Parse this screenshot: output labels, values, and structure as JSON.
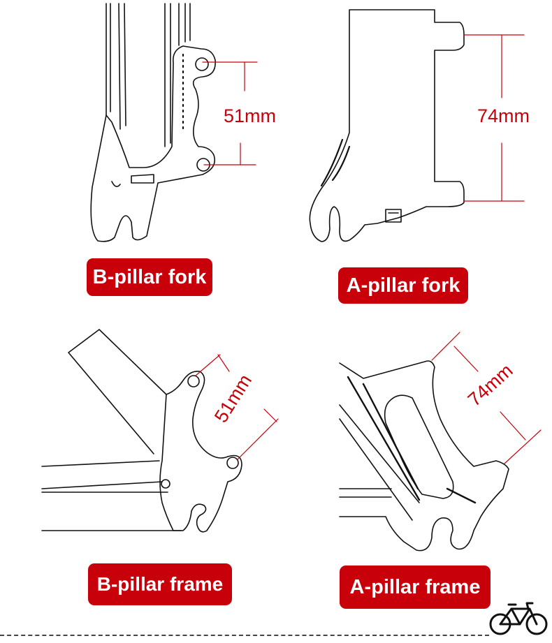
{
  "colors": {
    "accent": "#c8000a",
    "line": "#111111",
    "label_text": "#ffffff"
  },
  "panels": [
    {
      "label": "B-pillar fork",
      "dimension": "51mm"
    },
    {
      "label": "A-pillar fork",
      "dimension": "74mm"
    },
    {
      "label": "B-pillar frame",
      "dimension": "51mm"
    },
    {
      "label": "A-pillar frame",
      "dimension": "74mm"
    }
  ],
  "footer": {
    "logo_icon": "bicycle-icon",
    "divider": "dashed"
  }
}
